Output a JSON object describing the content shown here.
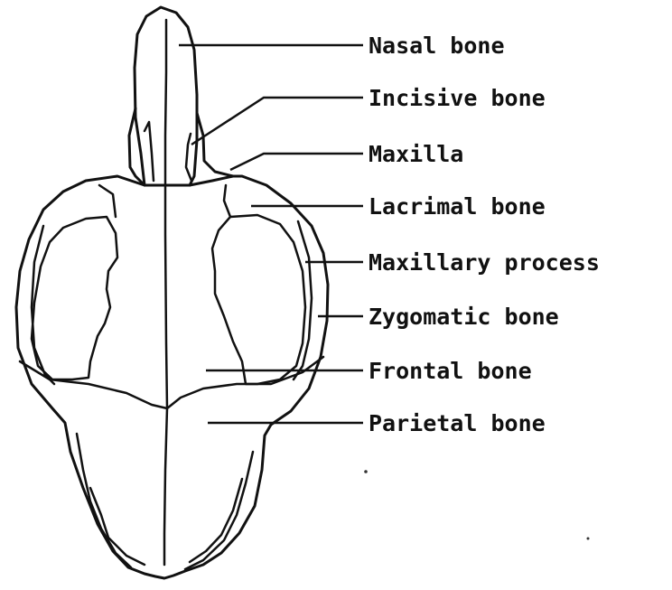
{
  "labels": [
    {
      "id": "nasal",
      "text": "Nasal bone"
    },
    {
      "id": "incisive",
      "text": "Incisive bone"
    },
    {
      "id": "maxilla",
      "text": "Maxilla"
    },
    {
      "id": "lacrimal",
      "text": "Lacrimal bone"
    },
    {
      "id": "maxillary-process",
      "text": "Maxillary process"
    },
    {
      "id": "zygomatic",
      "text": "Zygomatic bone"
    },
    {
      "id": "frontal",
      "text": "Frontal bone"
    },
    {
      "id": "parietal",
      "text": "Parietal bone"
    }
  ],
  "colors": {
    "ink": "#111111",
    "background": "#ffffff"
  }
}
